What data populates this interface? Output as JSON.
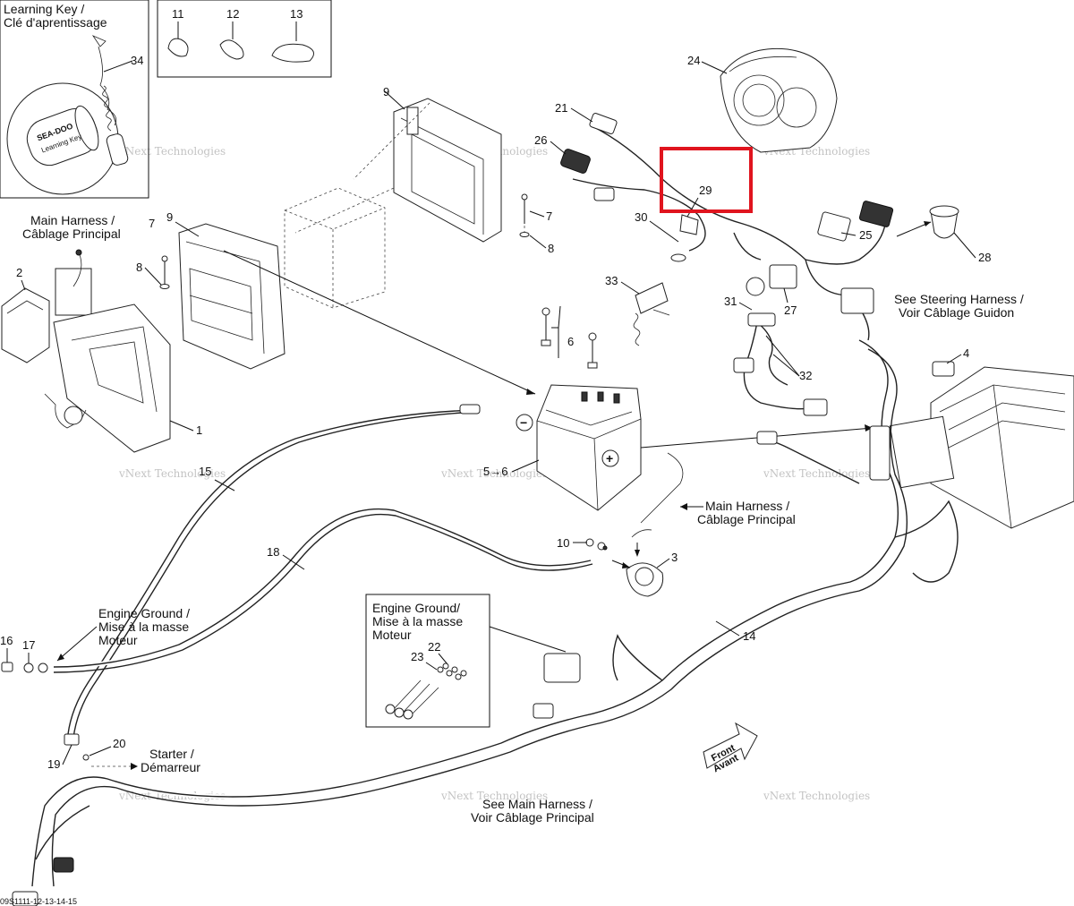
{
  "labels": {
    "learning_key_en": "Learning Key /",
    "learning_key_fr": "Clé d'aprentissage",
    "main_harness_en_1": "Main Harness /",
    "main_harness_fr_1": "Câblage Principal",
    "main_harness_en_2": "Main Harness /",
    "main_harness_fr_2": "Câblage Principal",
    "steering_en": "See Steering Harness /",
    "steering_fr": "Voir Câblage Guidon",
    "engine_ground_en_1": "Engine Ground /",
    "engine_ground_fr_1": "Mise à la masse",
    "engine_ground_fr_1b": "Moteur",
    "engine_ground_en_2": "Engine Ground/",
    "engine_ground_fr_2": "Mise à la masse",
    "engine_ground_fr_2b": "Moteur",
    "starter_en": "Starter /",
    "starter_fr": "Démarreur",
    "see_main_en": "See Main Harness /",
    "see_main_fr": "Voir Câblage Principal",
    "front_1": "Front",
    "front_2": "Avant",
    "battery_minus": "−",
    "battery_plus": "+",
    "key_brand": "SEA-DOO",
    "key_text": "Learning Key",
    "drawing_code": "09S1111-12-13-14-15"
  },
  "part_numbers": {
    "p1": "1",
    "p2": "2",
    "p3": "3",
    "p4": "4",
    "p5_6": "5→6",
    "p6": "6",
    "p7a": "7",
    "p7b": "7",
    "p8a": "8",
    "p8b": "8",
    "p9a": "9",
    "p9b": "9",
    "p10": "10",
    "p11": "11",
    "p12": "12",
    "p13": "13",
    "p14": "14",
    "p15": "15",
    "p16": "16",
    "p17": "17",
    "p18": "18",
    "p19": "19",
    "p20": "20",
    "p21": "21",
    "p22": "22",
    "p23": "23",
    "p24": "24",
    "p25": "25",
    "p26": "26",
    "p27": "27",
    "p28": "28",
    "p29": "29",
    "p30": "30",
    "p31": "31",
    "p32": "32",
    "p33": "33",
    "p34": "34"
  },
  "watermark": {
    "small": "vNext Technologies",
    "big": "vNext Technologies"
  },
  "highlight": {
    "part": "29",
    "color": "#e0141e"
  }
}
